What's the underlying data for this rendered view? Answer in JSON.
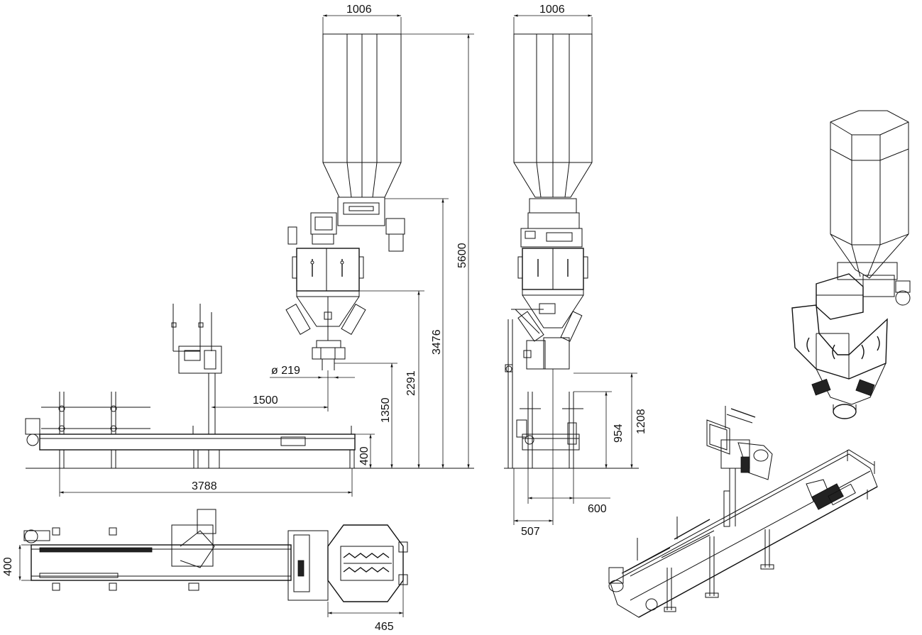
{
  "drawing": {
    "front_view": {
      "width_top": "1006",
      "height_total": "5600",
      "height_hopper_outlet": "3476",
      "height_scale_outlet": "2291",
      "height_spout": "1350",
      "height_conveyor": "400",
      "spout_diameter": "ø 219",
      "sewing_offset": "1500",
      "conveyor_length": "3788"
    },
    "side_view": {
      "width_top": "1006",
      "height_spout": "1208",
      "height_conveyor_top": "954",
      "conveyor_width": "600",
      "base_width": "507"
    },
    "top_view": {
      "conveyor_width": "400",
      "offset": "465"
    }
  }
}
